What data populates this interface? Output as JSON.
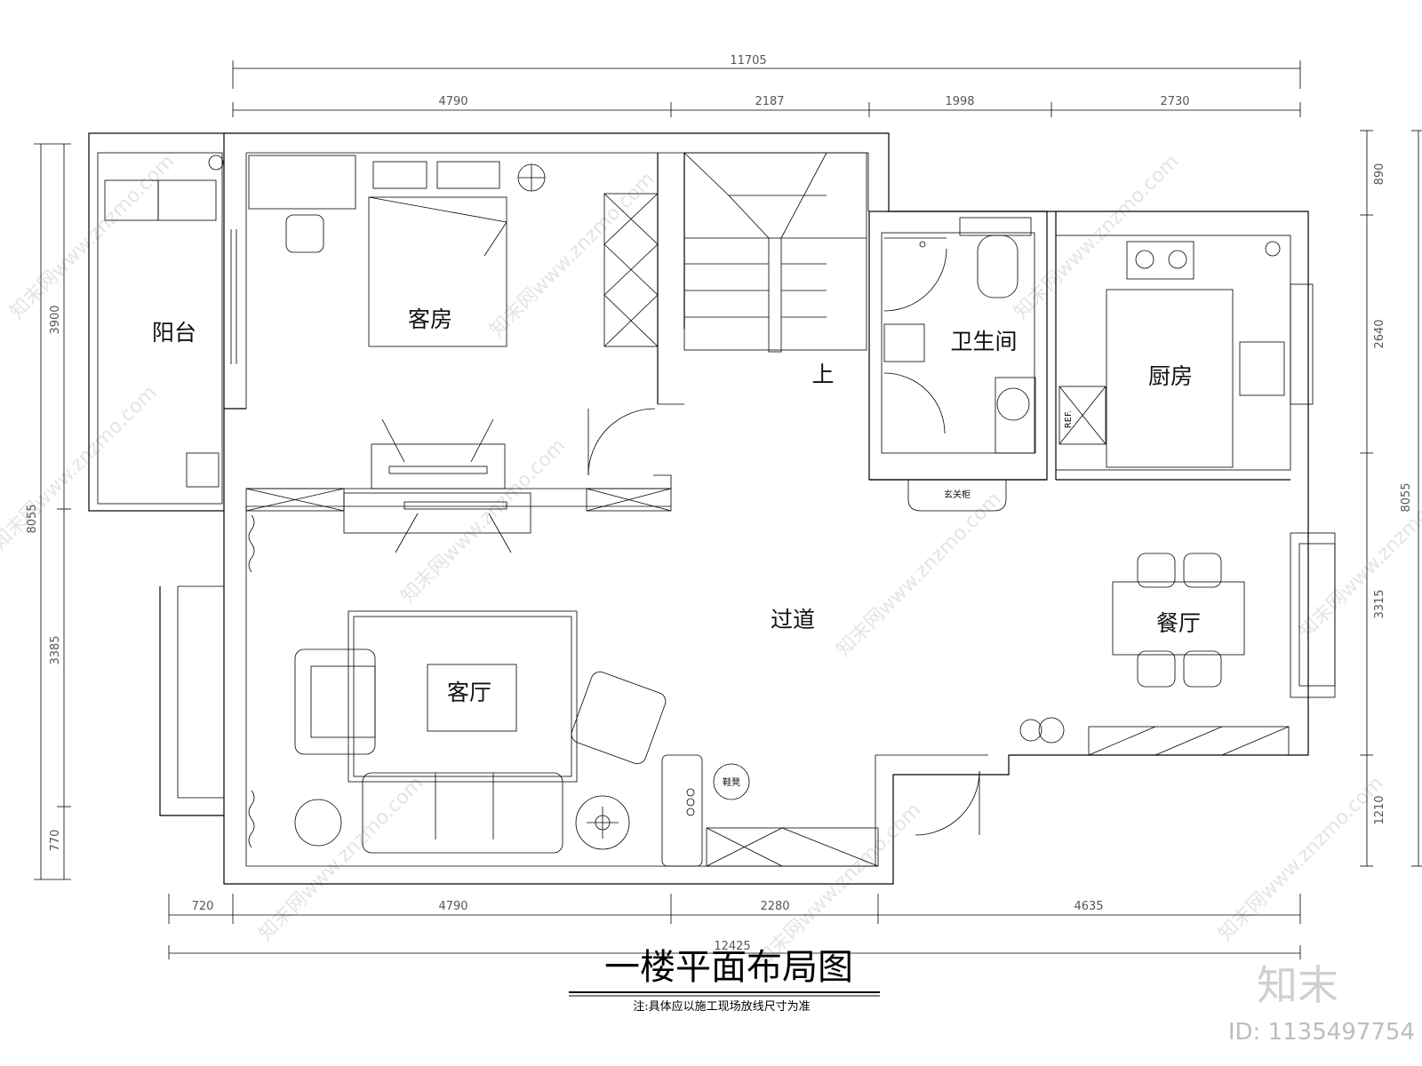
{
  "title": "一楼平面布局图",
  "note": "注:具体应以施工现场放线尺寸为准",
  "dimensions": {
    "top_total": "11705",
    "top_segments": [
      "4790",
      "2187",
      "1998",
      "2730"
    ],
    "bottom_segments": [
      "720",
      "4790",
      "2280",
      "4635"
    ],
    "bottom_total": "12425",
    "left_total": "8055",
    "left_segments": [
      "3900",
      "3385",
      "770"
    ],
    "right_total": "8055",
    "right_segments": [
      "890",
      "2640",
      "3315",
      "1210"
    ]
  },
  "rooms": {
    "balcony": "阳台",
    "guest_room": "客房",
    "bathroom": "卫生间",
    "kitchen": "厨房",
    "corridor": "过道",
    "dining": "餐厅",
    "living": "客厅",
    "stairs_up": "上"
  },
  "labels": {
    "entry_cabinet": "玄关柜",
    "shoe_bench": "鞋凳",
    "fridge": "REF."
  },
  "watermark": {
    "text": "知末网www.znzmo.com",
    "logo": "知末",
    "id": "ID: 1135497754"
  }
}
